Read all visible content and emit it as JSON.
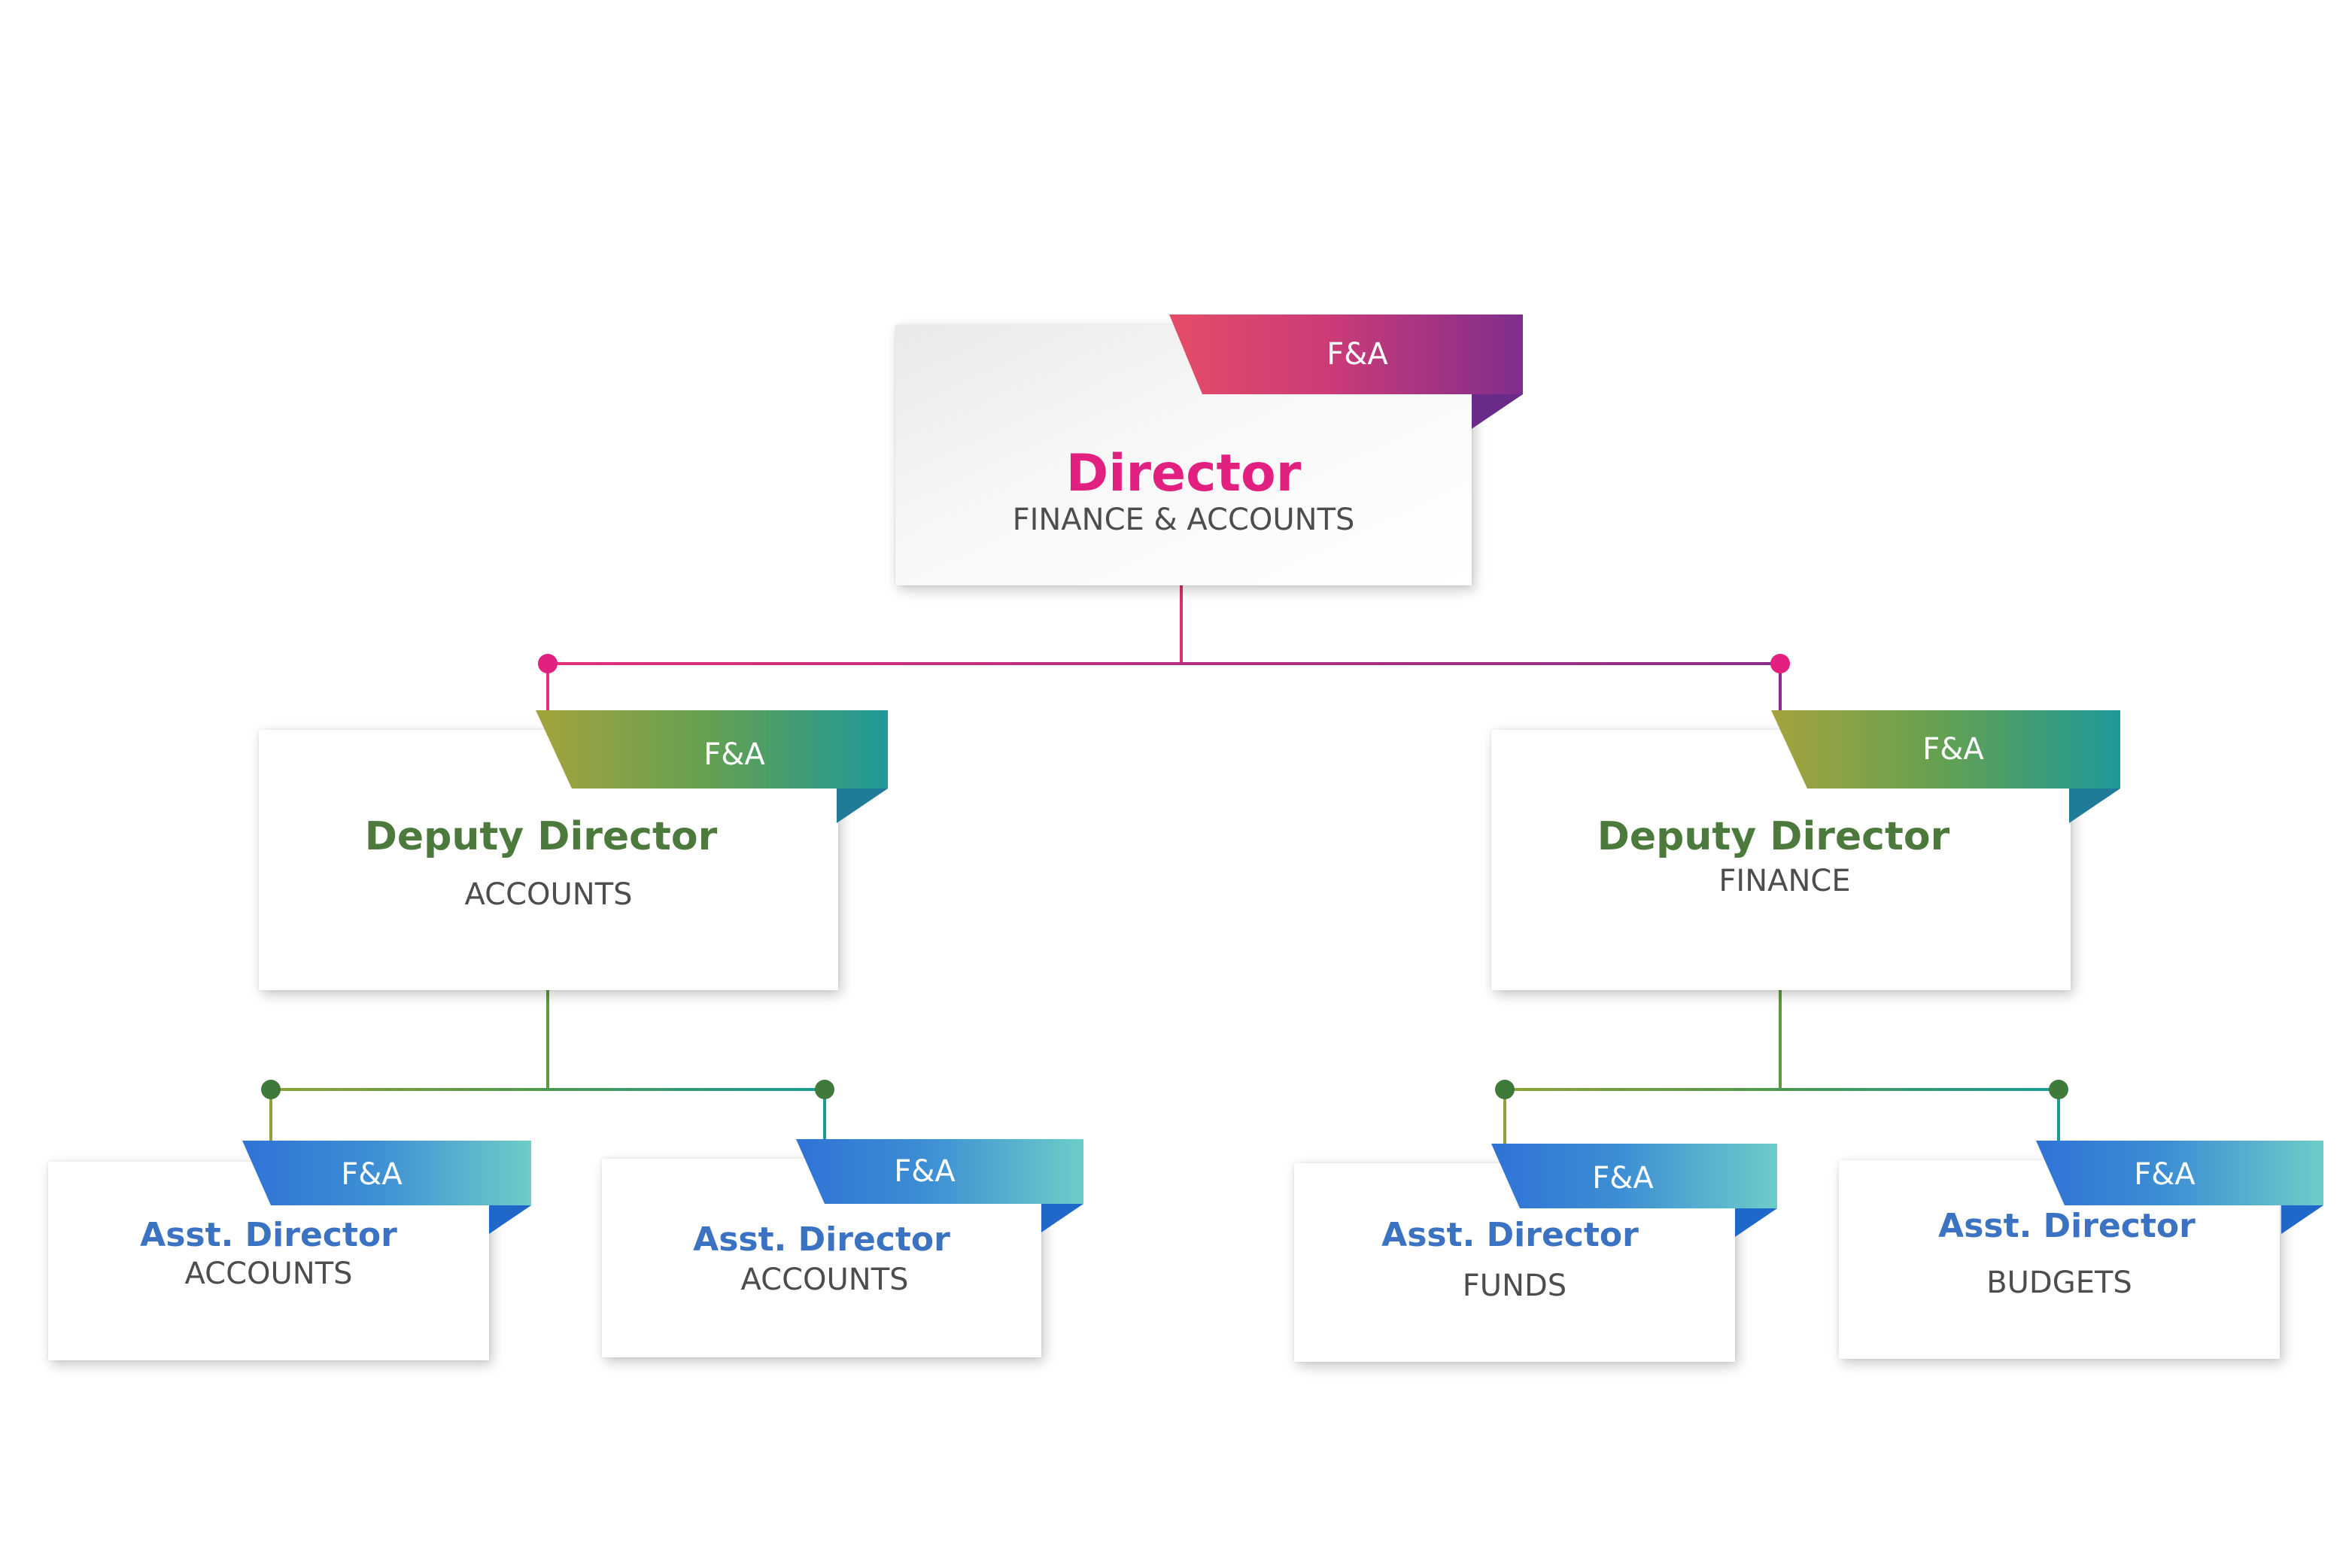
{
  "colors": {
    "director_title": "#e2207f",
    "deputy_title": "#4c7a3c",
    "asst_title": "#3b73c2",
    "subtitle": "#4d4d4d"
  },
  "nodes": {
    "director": {
      "tag": "F&A",
      "title": "Director",
      "subtitle": "FINANCE & ACCOUNTS"
    },
    "deputy_accounts": {
      "tag": "F&A",
      "title": "Deputy Director",
      "subtitle": "ACCOUNTS"
    },
    "deputy_finance": {
      "tag": "F&A",
      "title": "Deputy Director",
      "subtitle": "FINANCE"
    },
    "asst_accounts_1": {
      "tag": "F&A",
      "title": "Asst. Director",
      "subtitle": "ACCOUNTS"
    },
    "asst_accounts_2": {
      "tag": "F&A",
      "title": "Asst. Director",
      "subtitle": "ACCOUNTS"
    },
    "asst_funds": {
      "tag": "F&A",
      "title": "Asst. Director",
      "subtitle": "FUNDS"
    },
    "asst_budgets": {
      "tag": "F&A",
      "title": "Asst. Director",
      "subtitle": "BUDGETS"
    }
  }
}
